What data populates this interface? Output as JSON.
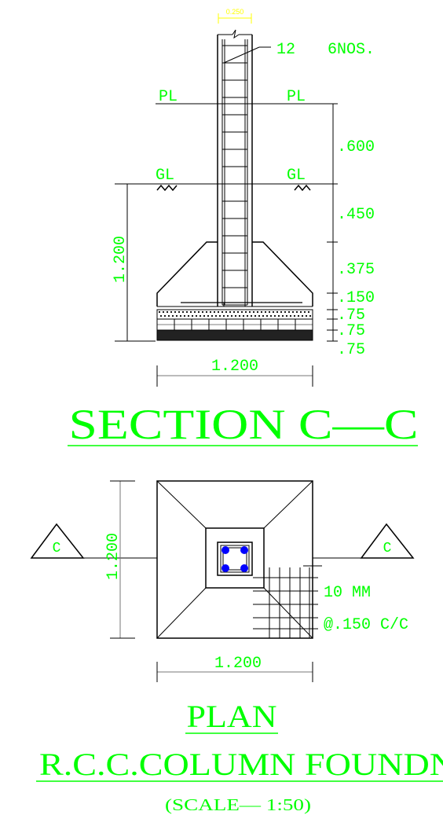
{
  "colors": {
    "annotation": "#00ff00",
    "linework": "#000000",
    "dimension": "#777777",
    "small_dim": "#ffff00",
    "rebar": "#0000ff"
  },
  "section": {
    "col_width_label": "0.250",
    "bar_size": "12",
    "bar_count": "6NOS.",
    "pl_left": "PL",
    "pl_right": "PL",
    "gl_left": "GL",
    "gl_right": "GL",
    "depth_label": "1.200",
    "level_labels": [
      ".600",
      ".450",
      ".375",
      ".150",
      ".75",
      ".75",
      ".75"
    ],
    "width_label": "1.200",
    "title": "SECTION  C—C"
  },
  "plan": {
    "marker_left": "C",
    "marker_right": "C",
    "side_label": "1.200",
    "width_label": "1.200",
    "mesh_bar": "10  MM",
    "mesh_spacing": "@.150  C/C",
    "title": "PLAN"
  },
  "drawing_title": "R.C.C.COLUMN  FOUNDN",
  "scale_note": "(SCALE—  1:50)"
}
